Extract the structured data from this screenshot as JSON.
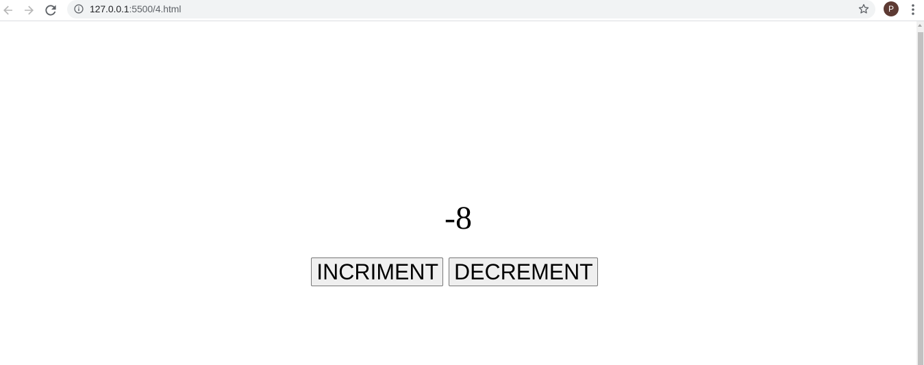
{
  "browser": {
    "url_host": "127.0.0.1",
    "url_rest": ":5500/4.html",
    "profile_initial": "P",
    "icons": {
      "back": "arrow-left-icon",
      "forward": "arrow-right-icon",
      "reload": "reload-icon",
      "info": "info-icon",
      "bookmark": "star-icon",
      "menu": "kebab-menu-icon"
    }
  },
  "page": {
    "counter_value": "-8",
    "increment_label": "INCRIMENT",
    "decrement_label": "DECREMENT"
  },
  "colors": {
    "avatar_bg": "#5d3a33",
    "omnibox_bg": "#f1f3f4",
    "button_bg": "#efefef",
    "button_border": "#767676"
  }
}
